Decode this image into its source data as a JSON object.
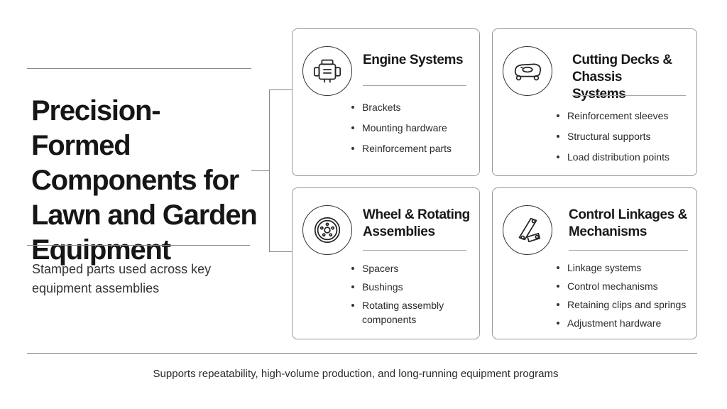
{
  "title": "Precision-Formed Components for Lawn and Garden Equipment",
  "subtitle": "Stamped parts used across key equipment assemblies",
  "cards": [
    {
      "title": "Engine Systems",
      "icon": "engine-icon",
      "items": [
        "Brackets",
        "Mounting hardware",
        "Reinforcement parts"
      ]
    },
    {
      "title": "Cutting Decks & Chassis Systems",
      "icon": "mower-deck-icon",
      "items": [
        "Reinforcement sleeves",
        "Structural supports",
        "Load distribution points"
      ]
    },
    {
      "title": "Wheel & Rotating Assemblies",
      "icon": "wheel-icon",
      "items": [
        "Spacers",
        "Bushings",
        "Rotating assembly components"
      ]
    },
    {
      "title": "Control Linkages & Mechanisms",
      "icon": "linkage-icon",
      "items": [
        "Linkage systems",
        "Control mechanisms",
        "Retaining clips and springs",
        "Adjustment hardware"
      ]
    }
  ],
  "footer": "Supports repeatability, high-volume production, and long-running equipment programs",
  "colors": {
    "text": "#1a1a1a",
    "rule": "#8a8a8a",
    "card_border": "#9a9a9a"
  }
}
